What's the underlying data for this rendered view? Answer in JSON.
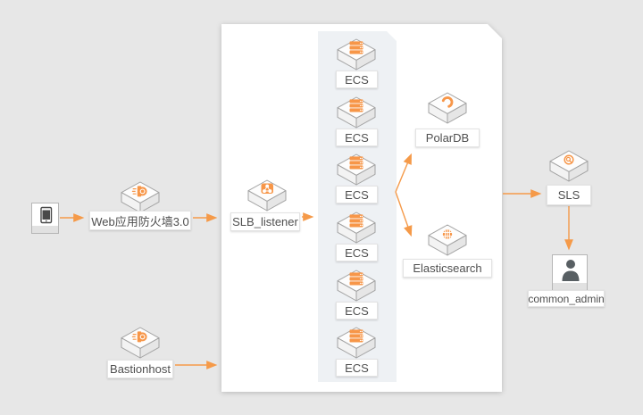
{
  "diagram": {
    "title": "cloud-architecture-diagram",
    "nodes": {
      "client": {
        "icon": "mobile-device-icon",
        "label": ""
      },
      "waf": {
        "icon": "waf-icon",
        "label": "Web应用防火墙3.0"
      },
      "slb": {
        "icon": "slb-icon",
        "label": "SLB_listener"
      },
      "ecs_group": {
        "icon": "ecs-icon",
        "items": [
          "ECS",
          "ECS",
          "ECS",
          "ECS",
          "ECS",
          "ECS"
        ]
      },
      "polardb": {
        "icon": "polardb-icon",
        "label": "PolarDB"
      },
      "elasticsearch": {
        "icon": "elasticsearch-icon",
        "label": "Elasticsearch"
      },
      "sls": {
        "icon": "sls-icon",
        "label": "SLS"
      },
      "admin": {
        "icon": "user-icon",
        "label": "common_admin"
      },
      "bastionhost": {
        "icon": "bastionhost-icon",
        "label": "Bastionhost"
      }
    },
    "edges": [
      {
        "from": "client",
        "to": "waf"
      },
      {
        "from": "waf",
        "to": "slb"
      },
      {
        "from": "slb",
        "to": "ecs_group"
      },
      {
        "from": "ecs_group",
        "to": "polardb"
      },
      {
        "from": "ecs_group",
        "to": "elasticsearch"
      },
      {
        "from": "container",
        "to": "sls"
      },
      {
        "from": "sls",
        "to": "admin"
      },
      {
        "from": "bastionhost",
        "to": "container"
      }
    ],
    "colors": {
      "background": "#e7e7e7",
      "panel": "#ffffff",
      "ecs_band": "#eef1f4",
      "arrow": "#f59a49",
      "icon_accent": "#f79648",
      "label_text": "#4f4f4f"
    }
  }
}
